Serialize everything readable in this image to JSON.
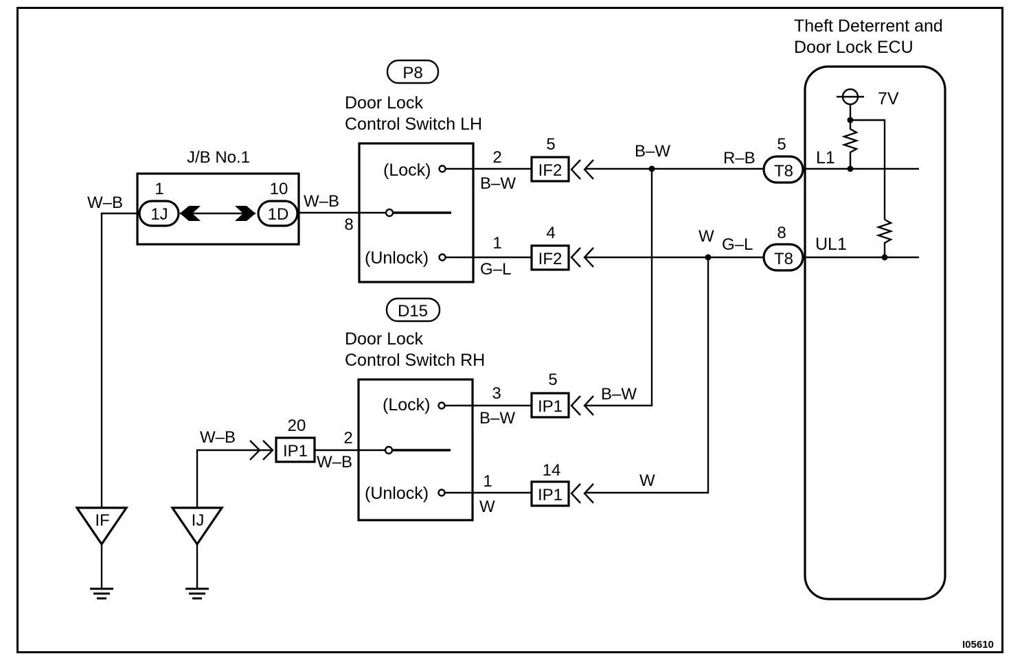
{
  "diagram": {
    "figure_id": "I05610",
    "components": {
      "jb": {
        "title": "J/B No.1",
        "left_connector": {
          "name": "1J",
          "pin": "1"
        },
        "right_connector": {
          "name": "1D",
          "pin": "10"
        }
      },
      "lh_switch": {
        "connector_code": "P8",
        "title_line1": "Door Lock",
        "title_line2": "Control Switch LH",
        "lock_label": "(Lock)",
        "unlock_label": "(Unlock)",
        "pin_common": "8",
        "pin_lock": "2",
        "pin_unlock": "1"
      },
      "rh_switch": {
        "connector_code": "D15",
        "title_line1": "Door Lock",
        "title_line2": "Control Switch RH",
        "lock_label": "(Lock)",
        "unlock_label": "(Unlock)",
        "pin_common": "2",
        "pin_lock": "3",
        "pin_unlock": "1"
      },
      "ecu": {
        "title_line1": "Theft Deterrent and",
        "title_line2": "Door Lock ECU",
        "supply_voltage": "7V",
        "terminal_lock": "L1",
        "terminal_unlock": "UL1"
      }
    },
    "connectors": {
      "if2_lock": {
        "name": "IF2",
        "pin": "5"
      },
      "if2_unlock": {
        "name": "IF2",
        "pin": "4"
      },
      "ip1_lock": {
        "name": "IP1",
        "pin": "5"
      },
      "ip1_unlock": {
        "name": "IP1",
        "pin": "14"
      },
      "ip1_ground": {
        "name": "IP1",
        "pin": "20"
      },
      "t8_lock": {
        "name": "T8",
        "pin": "5"
      },
      "t8_unlock": {
        "name": "T8",
        "pin": "8"
      }
    },
    "grounds": {
      "left": "IF",
      "right": "IJ"
    },
    "wire_colors": {
      "jb_left": "W–B",
      "jb_right": "W–B",
      "lh_lock": "B–W",
      "lh_unlock": "G–L",
      "lock_bus": "B–W",
      "unlock_bus": "W",
      "t8_lock": "R–B",
      "t8_unlock": "G–L",
      "rh_lock_out": "B–W",
      "rh_lock_in": "B–W",
      "rh_unlock_out": "W",
      "rh_unlock_in": "W",
      "rh_ground_in": "W–B",
      "rh_ground_out": "W–B"
    }
  }
}
